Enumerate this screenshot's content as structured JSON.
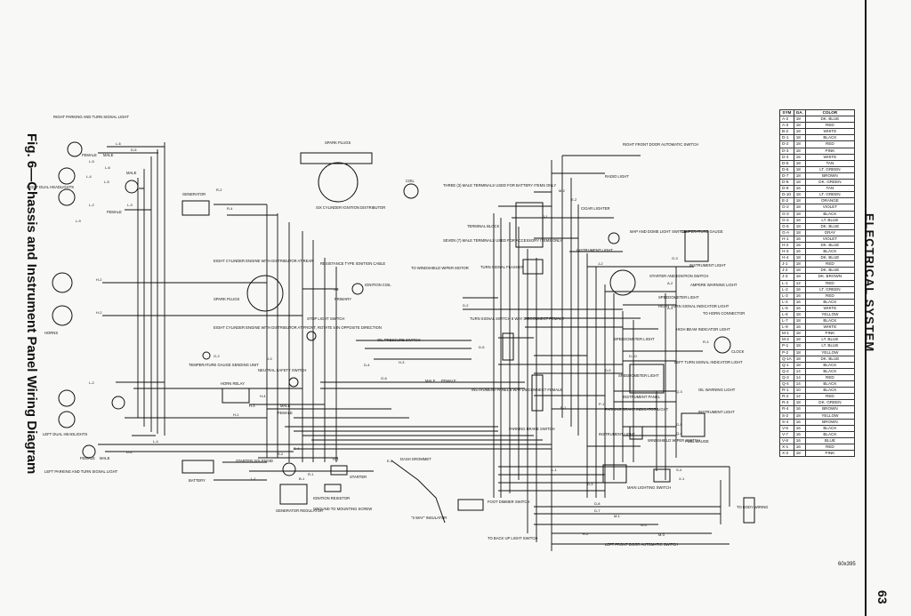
{
  "figure_title": "Fig. 6—Chassis and Instrument Panel Wiring Diagram",
  "section_title": "ELECTRICAL SYSTEM",
  "page_number": "63",
  "reference_code": "60x395",
  "color_table": {
    "headers": [
      "SYM",
      "GA.",
      "COLOR"
    ],
    "rows": [
      [
        "A-2",
        "18",
        "DK. BLUE"
      ],
      [
        "A-3",
        "18",
        "RED"
      ],
      [
        "B-2",
        "18",
        "WHITE"
      ],
      [
        "D-1",
        "18",
        "BLACK"
      ],
      [
        "D-2",
        "18",
        "RED"
      ],
      [
        "D-3",
        "18",
        "PINK"
      ],
      [
        "D-4",
        "16",
        "WHITE"
      ],
      [
        "D-5",
        "18",
        "TAN"
      ],
      [
        "D-6",
        "18",
        "LT. GREEN"
      ],
      [
        "D-7",
        "18",
        "BROWN"
      ],
      [
        "D-8",
        "18",
        "DK. GREEN"
      ],
      [
        "D-9",
        "16",
        "TAN"
      ],
      [
        "D-10",
        "18",
        "LT. GREEN"
      ],
      [
        "E-2",
        "18",
        "ORANGE"
      ],
      [
        "G-2",
        "18",
        "VIOLET"
      ],
      [
        "G-3",
        "18",
        "BLACK"
      ],
      [
        "G-4",
        "18",
        "LT. BLUE"
      ],
      [
        "G-5",
        "18",
        "DK. BLUE"
      ],
      [
        "G-A",
        "18",
        "GRAY"
      ],
      [
        "H-1",
        "16",
        "VIOLET"
      ],
      [
        "H-2",
        "16",
        "DK. BLUE"
      ],
      [
        "H-3",
        "16",
        "BLACK"
      ],
      [
        "H-4",
        "18",
        "DK. BLUE"
      ],
      [
        "J-1",
        "18",
        "RED"
      ],
      [
        "J-2",
        "18",
        "DK. BLUE"
      ],
      [
        "J-3",
        "18",
        "DK. BROWN"
      ],
      [
        "L-1",
        "12",
        "RED"
      ],
      [
        "L-2",
        "16",
        "LT. GREEN"
      ],
      [
        "L-3",
        "16",
        "RED"
      ],
      [
        "L-4",
        "16",
        "BLACK"
      ],
      [
        "L-5",
        "16",
        "WHITE"
      ],
      [
        "L-6",
        "18",
        "YELLOW"
      ],
      [
        "L-7",
        "18",
        "BLACK"
      ],
      [
        "L-9",
        "16",
        "WHITE"
      ],
      [
        "M-1",
        "18",
        "PINK"
      ],
      [
        "M-2",
        "18",
        "LT. BLUE"
      ],
      [
        "P-1",
        "18",
        "LT. BLUE"
      ],
      [
        "P-2",
        "18",
        "YELLOW"
      ],
      [
        "Q-1A",
        "18",
        "DK. BLUE"
      ],
      [
        "Q-1",
        "18",
        "BLACK"
      ],
      [
        "Q-2",
        "14",
        "BLACK"
      ],
      [
        "Q-3",
        "14",
        "RED"
      ],
      [
        "Q-4",
        "14",
        "BLACK"
      ],
      [
        "R-1",
        "10",
        "BLACK"
      ],
      [
        "R-2",
        "12",
        "RED"
      ],
      [
        "R-3",
        "18",
        "DK. GREEN"
      ],
      [
        "R-4",
        "16",
        "BROWN"
      ],
      [
        "S-2",
        "18",
        "YELLOW"
      ],
      [
        "S-4",
        "16",
        "BROWN"
      ],
      [
        "V-6",
        "16",
        "BLACK"
      ],
      [
        "V-7",
        "16",
        "BLACK"
      ],
      [
        "V-8",
        "16",
        "BLUE"
      ],
      [
        "X-1",
        "16",
        "RED"
      ],
      [
        "X-2",
        "18",
        "PINK"
      ]
    ]
  },
  "labels": {
    "right_parking": "RIGHT PARKING AND TURN SIGNAL LIGHT",
    "right_dual_headlights": "RIGHT DUAL HEADLIGHTS",
    "female1": "FEMALE",
    "male1": "MALE",
    "male2": "MALE",
    "female2": "FEMALE",
    "generator": "GENERATOR",
    "spark_plugs_top": "SPARK PLUGS",
    "six_cyl": "SIX CYLINDER IGNITION DISTRIBUTOR",
    "coil_top": "COIL",
    "eight_cyl_rear": "EIGHT CYLINDER ENGINE WITH DISTRIBUTOR AT REAR",
    "spark_plugs_mid": "SPARK PLUGS",
    "eight_cyl_front": "EIGHT CYLINDER ENGINE WITH DISTRIBUTOR AT FRONT, ROTATE 5 IN OPPOSITE DIRECTION",
    "resistance": "RESISTANCE TYPE IGNITION CABLE",
    "ignition_coil": "IGNITION COIL",
    "primary": "PRIMARY",
    "stop_light": "STOP LIGHT SWITCH",
    "temp_gauge_unit": "TEMPERATURE GAUGE SENDING UNIT",
    "neutral_safety": "NEUTRAL SAFETY SWITCH",
    "horns": "HORNS",
    "horn_relay": "HORN RELAY",
    "male3": "MALE",
    "female3": "FEMALE",
    "left_dual_headlights": "LEFT DUAL HEADLIGHTS",
    "left_parking": "LEFT PARKING AND TURN SIGNAL LIGHT",
    "female4": "FEMALE",
    "male4": "MALE",
    "battery": "BATTERY",
    "starter_solenoid": "STARTER SOLENOID",
    "starter": "STARTER",
    "ignition_resistor": "IGNITION RESISTOR",
    "gen_regulator": "GENERATOR REGULATOR",
    "ground": "GROUND TO MOUNTING SCREW",
    "dash_grommet": "DASH GROMMET",
    "insulator": "\"3 WAY\" INSULATOR",
    "foot_dimmer": "FOOT DIMMER SWITCH",
    "back_up": "TO BACK UP LIGHT SWITCH",
    "three_male": "THREE (3) MALE TERMINALS USED FOR BATTERY ITEMS ONLY",
    "terminal_block": "TERMINAL BLOCK",
    "seven_male": "SEVEN (7) MALE TERMINALS USED FOR ACCESSORY ITEMS ONLY",
    "turn_flasher": "TURN SIGNAL FLASHER",
    "windshield_motor": "TO WINDSHIELD WIPER MOTOR",
    "turn_disconnect": "TURN SIGNAL SWITCH 8 WAY DISCONNECT FEMALE",
    "oil_pressure": "OIL PRESSURE SWITCH",
    "male5": "MALE",
    "female5": "FEMALE",
    "inst_disconnect": "INSTRUMENT PANEL 8 WAY DISCONNECT FEMALE",
    "parking_brake_sw": "PARKING BRAKE SWITCH",
    "right_front_door": "RIGHT FRONT DOOR AUTOMATIC SWITCH",
    "radio_light": "RADIO LIGHT",
    "cigar": "CIGAR LIGHTER",
    "map_dome": "MAP AND DOME LIGHT SWITCH",
    "instrument_light_top": "INSTRUMENT LIGHT",
    "temp_gauge": "TEMPERATURE GAUGE",
    "instrument_light2": "INSTRUMENT LIGHT",
    "starter_ign_switch": "STARTER AND IGNITION SWITCH",
    "speedo_light1": "SPEEDOMETER LIGHT",
    "right_turn_ind": "RIGHT TURN SIGNAL INDICATOR LIGHT",
    "horn_connector": "TO HORN CONNECTOR",
    "high_beam": "HIGH BEAM INDICATOR LIGHT",
    "speedo_light2": "SPEEDOMETER LIGHT",
    "clock": "CLOCK",
    "ammeter": "AMPERE WARNING LIGHT",
    "left_turn_ind": "LEFT TURN SIGNAL INDICATOR LIGHT",
    "speedo_light3": "SPEEDOMETER LIGHT",
    "instrument_panel": "INSTRUMENT PANEL",
    "oil_warning": "OIL WARNING LIGHT",
    "parking_brake_ind": "PARKING BRAKE INDICATOR LIGHT",
    "instrument_light3": "INSTRUMENT LIGHT",
    "instrument_light4": "INSTRUMENT LIGHT",
    "windshield_switch": "WINDSHIELD WIPER SWITCH",
    "fuel_gauge": "FUEL GAUGE",
    "main_lighting": "MAIN LIGHTING SWITCH",
    "body_wiring": "TO BODY WIRING",
    "left_front_door": "LEFT FRONT DOOR AUTOMATIC SWITCH"
  },
  "wire_tags": {
    "t1": "L-6",
    "t2": "D-5",
    "t3": "L-6",
    "t4": "L-5",
    "t5": "L-4",
    "t6": "L-3",
    "t7": "L-9",
    "t8": "L-2",
    "t9": "L-5",
    "t10": "R-2",
    "t11": "R-4",
    "t12": "H-2",
    "t13": "H-2",
    "t14": "J-2",
    "t15": "J-3",
    "t16": "G-2",
    "t17": "H-4",
    "t18": "H-3",
    "t19": "H-1",
    "t20": "L-2",
    "t21": "L-4",
    "t22": "D-6",
    "t23": "S-2",
    "t24": "S-4",
    "t25": "L-1",
    "t26": "B-1",
    "t27": "R-1",
    "t28": "H-1",
    "t29": "E-2",
    "t30": "D-4",
    "t31": "G-6",
    "t32": "H-3",
    "t33": "D-2",
    "t34": "D-5",
    "t35": "M-2",
    "t36": "E-2",
    "t37": "J-1",
    "t38": "G-3",
    "t39": "J-2",
    "t40": "A-2",
    "t41": "A-3",
    "t42": "R-3",
    "t43": "D-10",
    "t44": "D-9",
    "t45": "E-1",
    "t46": "L-1",
    "t47": "D-3",
    "t48": "D-8",
    "t49": "D-7",
    "t50": "M-1",
    "t51": "G-4",
    "t52": "R-2",
    "t53": "M-3",
    "t54": "X-1",
    "t55": "S-4",
    "t56": "P-1",
    "t57": "Q-3",
    "t58": "G-5",
    "t59": "Q-4"
  }
}
